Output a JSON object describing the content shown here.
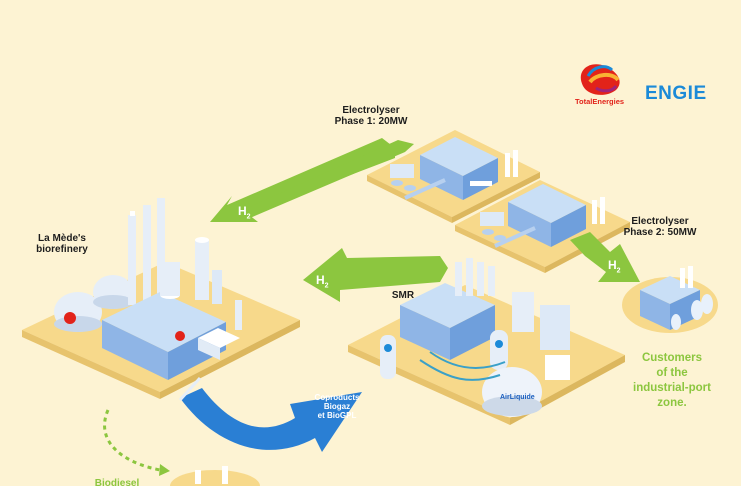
{
  "logos": {
    "totalenergies": "TotalEnergies",
    "engie": "ENGIE"
  },
  "labels": {
    "electrolyser_phase1": "Electrolyser\nPhase 1: 20MW",
    "electrolyser_phase2": "Electrolyser\nPhase 2: 50MW",
    "biorefinery": "La Mède's\nbiorefinery",
    "smr": "SMR",
    "customers": "Customers\nof the\nindustrial-port\nzone.",
    "coproducts": "Coproducts\nBiogaz\net BioGPL",
    "biodiesel": "Biodiesel"
  },
  "flows": {
    "h2_label": "H",
    "h2_sub": "2"
  },
  "tank_brand": "AirLiquide",
  "colors": {
    "background": "#fdf3d3",
    "platform": "#f7d98b",
    "green_arrow": "#8cc63f",
    "blue_arrow": "#2a7fd4",
    "building": "#a8c8ee",
    "total_red": "#e2231a",
    "engie_blue": "#1b8ad8"
  }
}
